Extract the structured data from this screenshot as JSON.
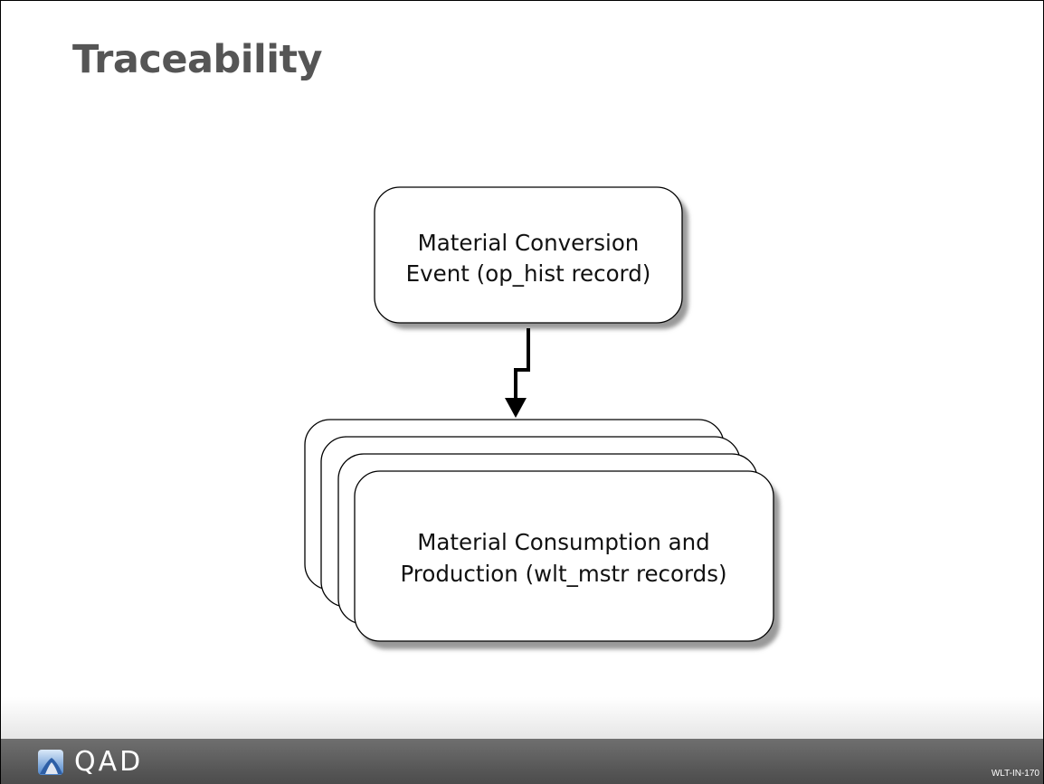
{
  "slide": {
    "title": "Traceability",
    "code": "WLT-IN-170"
  },
  "diagram": {
    "top_box": {
      "lines": [
        "Material Conversion",
        "Event (op_hist record)"
      ]
    },
    "bottom_box": {
      "lines": [
        "Material Consumption and",
        "Production (wlt_mstr records)"
      ],
      "stacked": true
    },
    "connector": "top_box -> bottom_box"
  },
  "footer": {
    "logo_text": "QAD",
    "logo_icon": "qad-logo-icon"
  },
  "colors": {
    "title": "#555555",
    "box_fill": "#ffffff",
    "box_border": "#000000",
    "shadow": "#9a9a9a",
    "footer_bar": "#5a5a5a",
    "logo_blue": "#5b8fd0"
  }
}
